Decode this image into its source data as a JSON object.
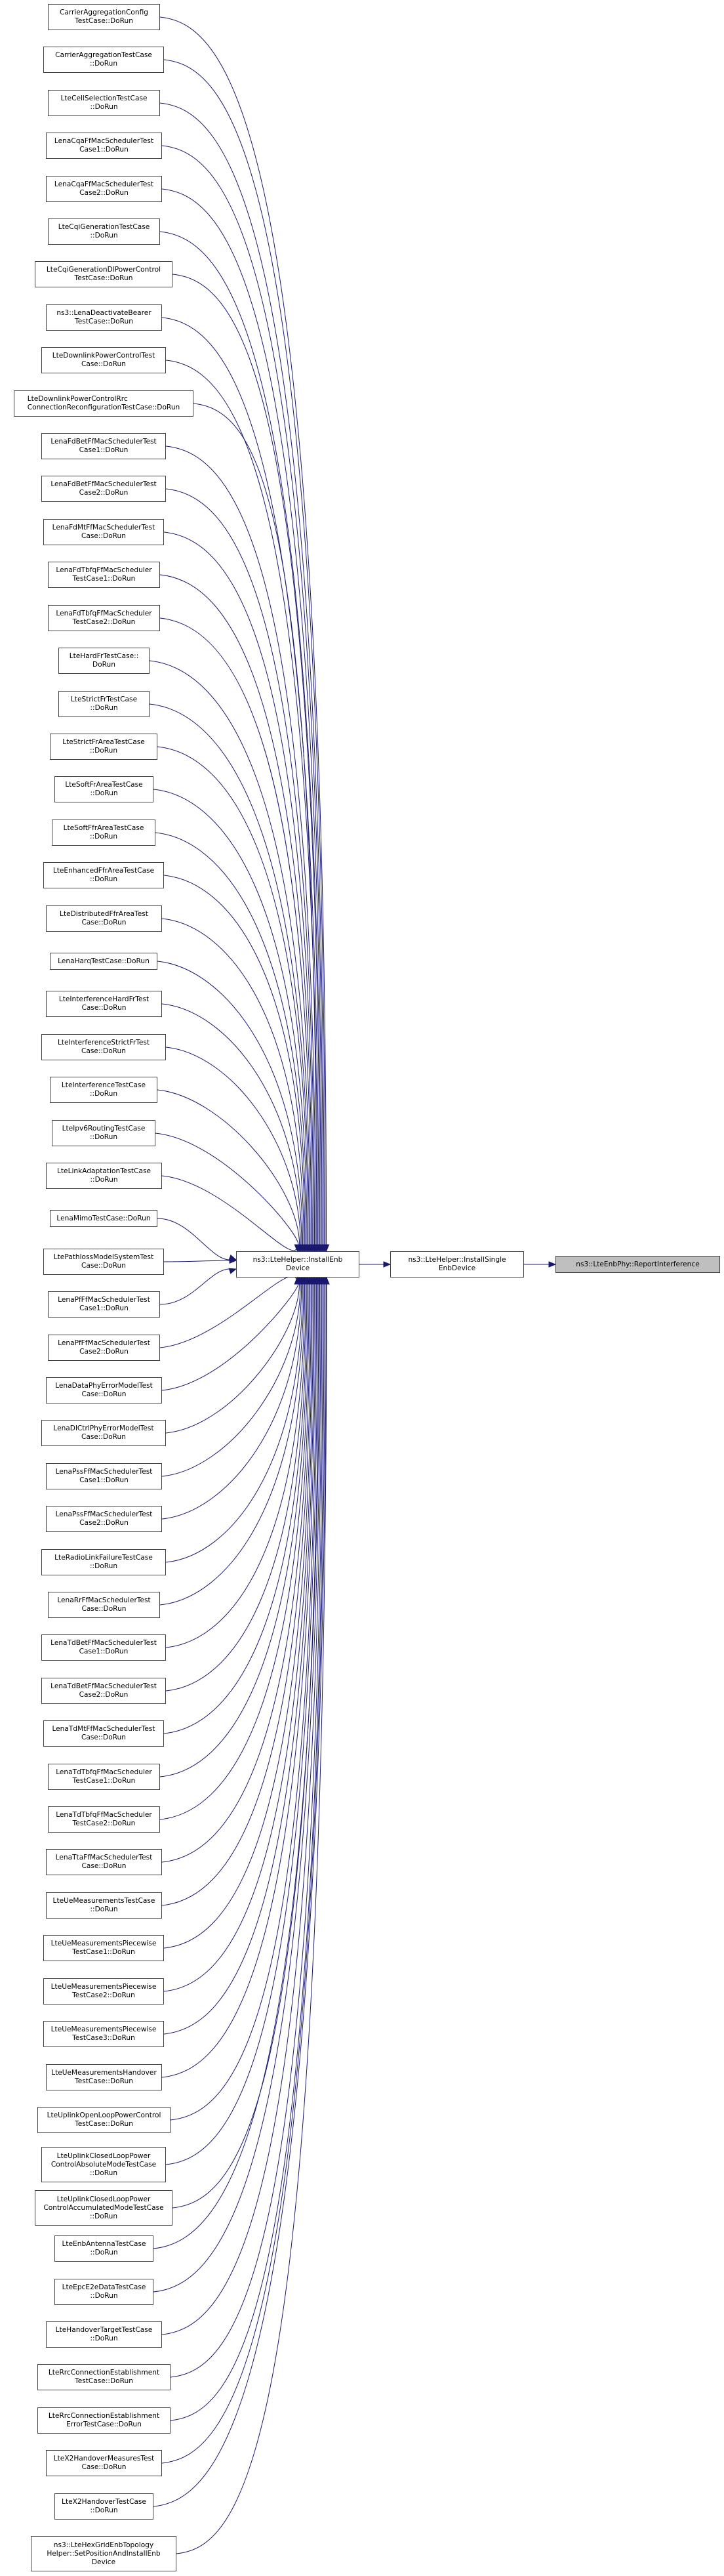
{
  "graph": {
    "type": "caller-graph",
    "edge_color": "#191970",
    "target": {
      "id": "report-interference",
      "label": "ns3::LteEnbPhy::ReportInterference",
      "highlighted": true
    },
    "intermediate": [
      {
        "id": "install-single-enb-device",
        "label": "ns3::LteHelper::InstallSingle\nEnbDevice"
      },
      {
        "id": "install-enb-device",
        "label": "ns3::LteHelper::InstallEnb\nDevice"
      }
    ],
    "callers": [
      {
        "label": "CarrierAggregationConfig\nTestCase::DoRun"
      },
      {
        "label": "CarrierAggregationTestCase\n::DoRun"
      },
      {
        "label": "LteCellSelectionTestCase\n::DoRun"
      },
      {
        "label": "LenaCqaFfMacSchedulerTest\nCase1::DoRun"
      },
      {
        "label": "LenaCqaFfMacSchedulerTest\nCase2::DoRun"
      },
      {
        "label": "LteCqiGenerationTestCase\n::DoRun"
      },
      {
        "label": "LteCqiGenerationDlPowerControl\nTestCase::DoRun"
      },
      {
        "label": "ns3::LenaDeactivateBearer\nTestCase::DoRun"
      },
      {
        "label": "LteDownlinkPowerControlTest\nCase::DoRun"
      },
      {
        "label": "LteDownlinkPowerControlRrc\nConnectionReconfigurationTestCase::DoRun",
        "left": true
      },
      {
        "label": "LenaFdBetFfMacSchedulerTest\nCase1::DoRun"
      },
      {
        "label": "LenaFdBetFfMacSchedulerTest\nCase2::DoRun"
      },
      {
        "label": "LenaFdMtFfMacSchedulerTest\nCase::DoRun"
      },
      {
        "label": "LenaFdTbfqFfMacScheduler\nTestCase1::DoRun"
      },
      {
        "label": "LenaFdTbfqFfMacScheduler\nTestCase2::DoRun"
      },
      {
        "label": "LteHardFrTestCase::\nDoRun"
      },
      {
        "label": "LteStrictFrTestCase\n::DoRun"
      },
      {
        "label": "LteStrictFrAreaTestCase\n::DoRun"
      },
      {
        "label": "LteSoftFrAreaTestCase\n::DoRun"
      },
      {
        "label": "LteSoftFfrAreaTestCase\n::DoRun"
      },
      {
        "label": "LteEnhancedFfrAreaTestCase\n::DoRun"
      },
      {
        "label": "LteDistributedFfrAreaTest\nCase::DoRun"
      },
      {
        "label": "LenaHarqTestCase::DoRun",
        "single": true
      },
      {
        "label": "LteInterferenceHardFrTest\nCase::DoRun"
      },
      {
        "label": "LteInterferenceStrictFrTest\nCase::DoRun"
      },
      {
        "label": "LteInterferenceTestCase\n::DoRun"
      },
      {
        "label": "LteIpv6RoutingTestCase\n::DoRun"
      },
      {
        "label": "LteLinkAdaptationTestCase\n::DoRun"
      },
      {
        "label": "LenaMimoTestCase::DoRun",
        "single": true
      },
      {
        "label": "LtePathlossModelSystemTest\nCase::DoRun"
      },
      {
        "label": "LenaPfFfMacSchedulerTest\nCase1::DoRun"
      },
      {
        "label": "LenaPfFfMacSchedulerTest\nCase2::DoRun"
      },
      {
        "label": "LenaDataPhyErrorModelTest\nCase::DoRun"
      },
      {
        "label": "LenaDlCtrlPhyErrorModelTest\nCase::DoRun"
      },
      {
        "label": "LenaPssFfMacSchedulerTest\nCase1::DoRun"
      },
      {
        "label": "LenaPssFfMacSchedulerTest\nCase2::DoRun"
      },
      {
        "label": "LteRadioLinkFailureTestCase\n::DoRun"
      },
      {
        "label": "LenaRrFfMacSchedulerTest\nCase::DoRun"
      },
      {
        "label": "LenaTdBetFfMacSchedulerTest\nCase1::DoRun"
      },
      {
        "label": "LenaTdBetFfMacSchedulerTest\nCase2::DoRun"
      },
      {
        "label": "LenaTdMtFfMacSchedulerTest\nCase::DoRun"
      },
      {
        "label": "LenaTdTbfqFfMacScheduler\nTestCase1::DoRun"
      },
      {
        "label": "LenaTdTbfqFfMacScheduler\nTestCase2::DoRun"
      },
      {
        "label": "LenaTtaFfMacSchedulerTest\nCase::DoRun"
      },
      {
        "label": "LteUeMeasurementsTestCase\n::DoRun"
      },
      {
        "label": "LteUeMeasurementsPiecewise\nTestCase1::DoRun"
      },
      {
        "label": "LteUeMeasurementsPiecewise\nTestCase2::DoRun"
      },
      {
        "label": "LteUeMeasurementsPiecewise\nTestCase3::DoRun"
      },
      {
        "label": "LteUeMeasurementsHandover\nTestCase::DoRun"
      },
      {
        "label": "LteUplinkOpenLoopPowerControl\nTestCase::DoRun"
      },
      {
        "label": "LteUplinkClosedLoopPower\nControlAbsoluteModeTestCase\n::DoRun",
        "triple": true
      },
      {
        "label": "LteUplinkClosedLoopPower\nControlAccumulatedModeTestCase\n::DoRun",
        "triple": true
      },
      {
        "label": "LteEnbAntennaTestCase\n::DoRun"
      },
      {
        "label": "LteEpcE2eDataTestCase\n::DoRun"
      },
      {
        "label": "LteHandoverTargetTestCase\n::DoRun"
      },
      {
        "label": "LteRrcConnectionEstablishment\nTestCase::DoRun"
      },
      {
        "label": "LteRrcConnectionEstablishment\nErrorTestCase::DoRun"
      },
      {
        "label": "LteX2HandoverMeasuresTest\nCase::DoRun"
      },
      {
        "label": "LteX2HandoverTestCase\n::DoRun"
      },
      {
        "label": "ns3::LteHexGridEnbTopology\nHelper::SetPositionAndInstallEnb\nDevice",
        "triple": true
      }
    ]
  }
}
